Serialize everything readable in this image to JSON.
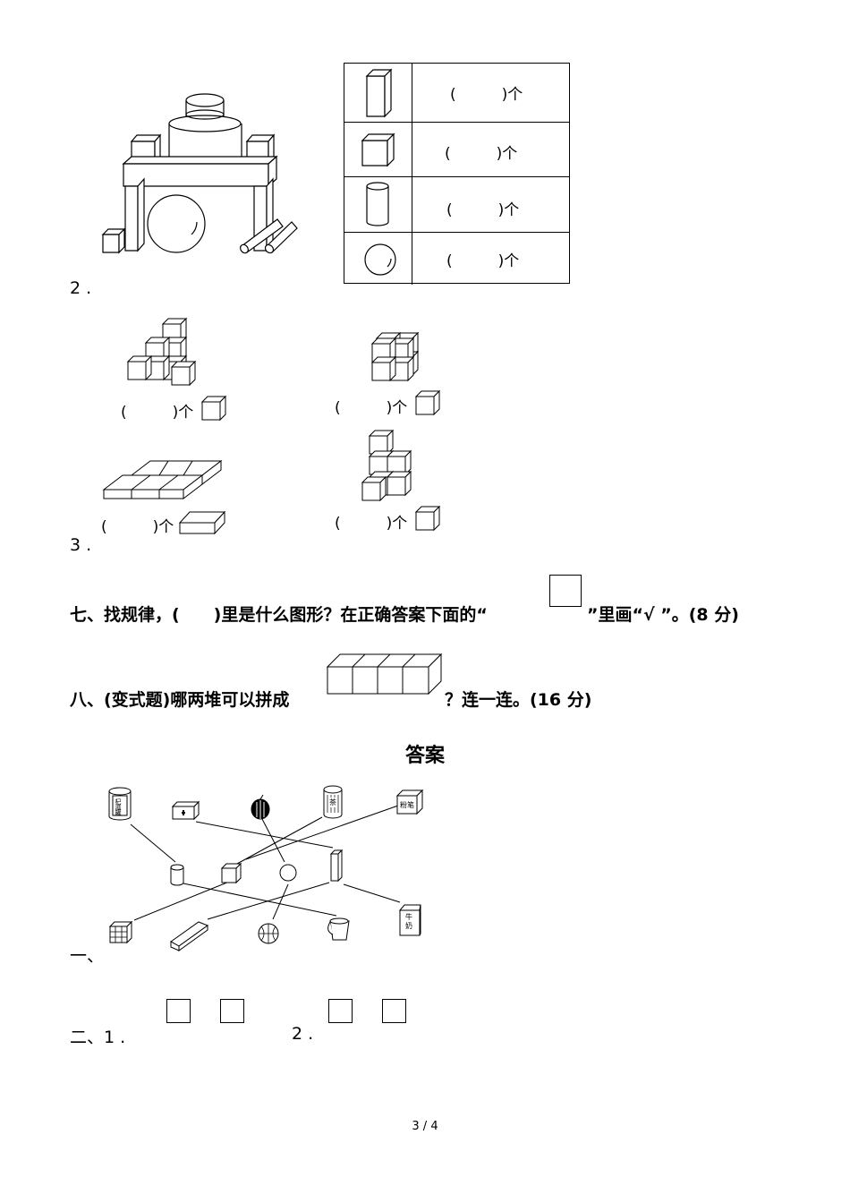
{
  "items": {
    "q2_label": "2 .",
    "q3_label": "3 .",
    "table_rows": [
      {
        "icon": "cuboid-icon",
        "text": "(　　　)个"
      },
      {
        "icon": "cube-icon",
        "text": "(　　　)个"
      },
      {
        "icon": "cylinder-icon",
        "text": "(　　　)个"
      },
      {
        "icon": "sphere-icon",
        "text": "(　　　)个"
      }
    ],
    "count_items": [
      {
        "text": "(　　　)个"
      },
      {
        "text": "(　　　)个"
      },
      {
        "text": "(　　　)个"
      },
      {
        "text": "(　　　)个"
      }
    ]
  },
  "section7": {
    "title_a": "七、找规律，(　　)里是什么图形？在正确答案下面的“",
    "title_b": "”里画“√ ”。(8 分)"
  },
  "section8": {
    "title_a": "八、(变式题)哪两堆可以拼成",
    "title_b": "？连一连。(16 分)"
  },
  "answers": {
    "heading": "答案",
    "part1_label": "一、",
    "part2_label_1": "二、1 .",
    "part2_label_2": "2 .",
    "object_labels": {
      "can": "杞滋罐",
      "tea": "茶",
      "chalk": "粉笔",
      "milk": "牛奶"
    }
  },
  "footer": {
    "page_number": "3 / 4"
  }
}
